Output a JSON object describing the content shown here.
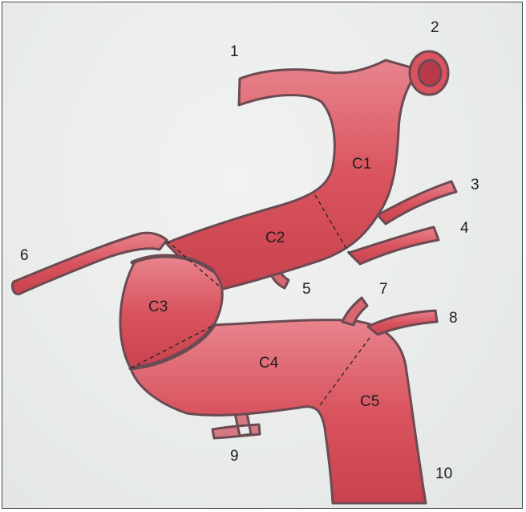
{
  "diagram": {
    "vessel_color": "#d9545f",
    "outline_color": "#6b4a52",
    "number_labels": [
      "1",
      "2",
      "3",
      "4",
      "5",
      "6",
      "7",
      "8",
      "9",
      "10"
    ],
    "segment_labels": [
      "C1",
      "C2",
      "C3",
      "C4",
      "C5"
    ]
  }
}
